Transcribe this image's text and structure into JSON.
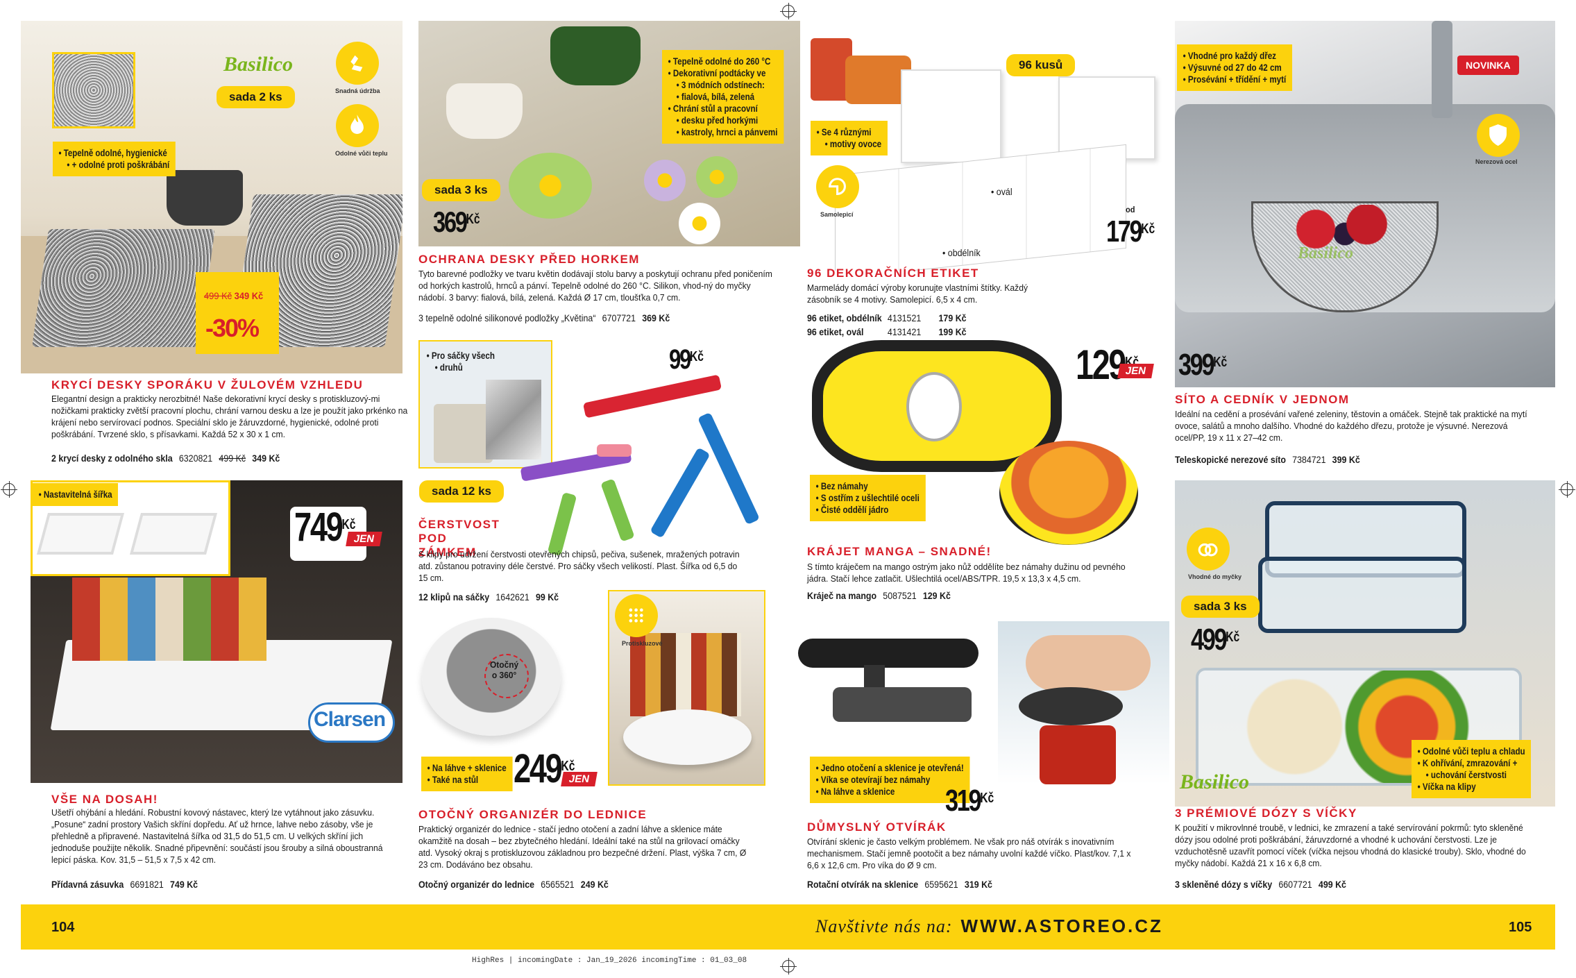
{
  "colors": {
    "accent": "#d81f2a",
    "yellow": "#fcd20d",
    "brand_green": "#7ab51d"
  },
  "footer": {
    "page_left": "104",
    "page_right": "105",
    "visit": "Navštivte nás na:",
    "url": "WWW.ASTOREO.CZ"
  },
  "meta": "HighRes | incomingDate : Jan_19_2026 incomingTime : 01_03_08",
  "p1": {
    "brand": "Basilico",
    "set": "sada 2 ks",
    "bullets": [
      "Tepelně odolné, hygienické",
      "+ odolné proti poškrábání"
    ],
    "badges": [
      "Snadná údržba",
      "Odolné vůči teplu"
    ],
    "badge_icons": [
      "hand-cleaning-icon",
      "flame-icon"
    ],
    "old_price": "499 Kč",
    "new_price": "349 Kč",
    "discount": "-30%",
    "title": "KRYCÍ DESKY SPORÁKU V ŽULOVÉM VZHLEDU",
    "desc": "Elegantní design a prakticky nerozbitné! Naše dekorativní krycí desky s protiskluzový-mi nožičkami prakticky zvětší pracovní plochu, chrání varnou desku a lze je použít jako prkénko na krájení nebo servírovací podnos. Speciální sklo je žáruvzdorné, hygienické, odolné proti poškrábání. Tvrzené sklo, s přísavkami. Každá 52 x 30 x 1 cm.",
    "order": {
      "name": "2 krycí desky z odolného skla",
      "code": "6320821",
      "old": "499 Kč",
      "price": "349 Kč"
    }
  },
  "p2": {
    "bullets": [
      "Tepelně odolné do 260 °C",
      "Dekorativní podtácky ve",
      "3 módních odstínech:",
      "fialová, bílá, zelená",
      "Chrání stůl a pracovní",
      "desku před horkými",
      "kastroly, hrnci a pánvemi"
    ],
    "set": "sada 3 ks",
    "price": "369",
    "cur": "Kč",
    "title": "OCHRANA DESKY PŘED HORKEM",
    "desc": "Tyto barevné podložky ve tvaru květin dodávají stolu barvy a poskytují ochranu před poničením od horkých kastrolů, hrnců a pánví. Tepelně odolné do 260 °C. Silikon, vhod-ný do myčky nádobí. 3 barvy: fialová, bílá, zelená. Každá Ø 17 cm, tloušťka 0,7 cm.",
    "order": {
      "name": "3 tepelně odolné silikonové podložky „Květina“",
      "code": "6707721",
      "price": "369 Kč"
    }
  },
  "p3": {
    "bullets": [
      "Se 4 různými",
      "motivy ovoce"
    ],
    "set": "96 kusů",
    "badge": "Samolepicí",
    "badge_icon": "sticker-icon",
    "labels": [
      "ovál",
      "obdélník"
    ],
    "from": "od",
    "price": "179",
    "cur": "Kč",
    "title": "96 DEKORAČNÍCH ETIKET",
    "desc": "Marmelády domácí výroby korunujte vlastními štítky. Každý zásobník se 4 motivy. Samolepicí. 6,5 x 4 cm.",
    "orders": [
      {
        "name": "96 etiket, obdélník",
        "code": "4131521",
        "price": "179 Kč"
      },
      {
        "name": "96 etiket, ovál",
        "code": "4131421",
        "price": "199 Kč"
      }
    ]
  },
  "p4": {
    "bullets": [
      "Vhodné pro každý dřez",
      "Výsuvné od 27 do 42 cm",
      "Prosévání + třídění + mytí"
    ],
    "novinka": "NOVINKA",
    "badge": "Nerezová ocel",
    "badge_icon": "shield-steel-icon",
    "brand": "Basilico",
    "price": "399",
    "cur": "Kč",
    "title": "SÍTO A CEDNÍK V JEDNOM",
    "desc": "Ideální na cedění a prosévání vařené zeleniny, těstovin a omáček. Stejně tak praktické na mytí ovoce, salátů a mnoho dalšího. Vhodné do každého dřezu, protože je výsuvné. Nerezová ocel/PP, 19 x 11 x 27–42 cm.",
    "order": {
      "name": "Teleskopické nerezové síto",
      "code": "7384721",
      "price": "399 Kč"
    }
  },
  "p5": {
    "bullets": [
      "Pro sáčky všech",
      "druhů"
    ],
    "price": "99",
    "cur": "Kč",
    "set": "sada 12 ks",
    "title": "ČERSTVOST POD ZÁMKEM",
    "desc": "S klipy pro udržení čerstvosti otevřených chipsů, pečiva, sušenek, mražených potravin atd. zůstanou potraviny déle čerstvé. Pro sáčky všech velikostí. Plast. Šířka od 6,5 do 15 cm.",
    "order": {
      "name": "12 klipů na sáčky",
      "code": "1642621",
      "price": "99 Kč"
    }
  },
  "p6": {
    "price": "129",
    "cur": "Kč",
    "jen": "JEN",
    "bullets": [
      "Bez námahy",
      "S ostřím z ušlechtilé oceli",
      "Čisté oddělí jádro"
    ],
    "title": "KRÁJET MANGA – SNADNÉ!",
    "desc": "S tímto kráječem na mango ostrým jako nůž oddělíte bez námahy dužinu od pevného jádra. Stačí lehce zatlačit. Ušlechtilá ocel/ABS/TPR. 19,5 x 13,3 x 4,5 cm.",
    "order": {
      "name": "Kráječ na mango",
      "code": "5087521",
      "price": "129 Kč"
    }
  },
  "p7": {
    "bullets": [
      "Nastavitelná šířka"
    ],
    "price": "749",
    "cur": "Kč",
    "jen": "JEN",
    "brand": "Clarsen",
    "title": "VŠE NA DOSAH!",
    "desc": "Ušetří ohýbání a hledání. Robustní kovový nástavec, který lze vytáhnout jako zásuvku. „Posune“ zadní prostory Vašich skříní dopředu. Ať už hrnce, lahve nebo zásoby, vše je přehledně a připravené. Nastavitelná šířka od 31,5 do 51,5 cm. U velkých skříní jich jednoduše použijte několik. Snadné připevnění: součástí jsou šrouby a silná oboustranná lepicí páska. Kov. 31,5 – 51,5 x 7,5 x 42 cm.",
    "order": {
      "name": "Přídavná zásuvka",
      "code": "6691821",
      "price": "749 Kč"
    }
  },
  "p8": {
    "rotate": [
      "Otočný",
      "o 360°"
    ],
    "badge": "Protiskluzové",
    "badge_icon": "anti-slip-icon",
    "bullets": [
      "Na láhve + sklenice",
      "Také na stůl"
    ],
    "price": "249",
    "cur": "Kč",
    "jen": "JEN",
    "title": "OTOČNÝ ORGANIZÉR DO LEDNICE",
    "desc": "Praktický organizér do lednice - stačí jedno otočení a zadní láhve a sklenice máte okamžitě na dosah – bez zbytečného hledání. Ideální také na stůl na grilovací omáčky atd. Vysoký okraj s protiskluzovou základnou pro bezpečné držení. Plast, výška 7 cm, Ø 23 cm. Dodáváno bez obsahu.",
    "order": {
      "name": "Otočný organizér do lednice",
      "code": "6565521",
      "price": "249 Kč"
    }
  },
  "p9": {
    "bullets": [
      "Jedno otočení a sklenice je otevřená!",
      "Víka se otevírají bez námahy",
      "Na láhve a sklenice"
    ],
    "price": "319",
    "cur": "Kč",
    "title": "DŮMYSLNÝ OTVÍRÁK",
    "desc": "Otvírání sklenic je často velkým problémem. Ne však pro náš otvírák s inovativním mechanismem. Stačí jemně pootočit a bez námahy uvolní každé víčko. Plast/kov. 7,1 x 6,6 x 12,6 cm. Pro víka do Ø 9 cm.",
    "order": {
      "name": "Rotační otvírák na sklenice",
      "code": "6595621",
      "price": "319 Kč"
    }
  },
  "p10": {
    "badge": "Vhodné do myčky",
    "badge_icon": "dishwasher-icon",
    "set": "sada 3 ks",
    "price": "499",
    "cur": "Kč",
    "brand": "Basilico",
    "bullets": [
      "Odolné vůči teplu a chladu",
      "K ohřívání, zmrazování +",
      "uchování čerstvosti",
      "Víčka na klipy"
    ],
    "title": "3 PRÉMIOVÉ DÓZY S VÍČKY",
    "desc": "K použití v mikrovlnné troubě, v lednici, ke zmrazení a také servírování pokrmů: tyto skleněné dózy jsou odolné proti poškrábání, žáruvzdorné a vhodné k uchování čerstvosti. Lze je vzduchotěsně uzavřít pomocí víček (víčka nejsou vhodná do klasické trouby). Sklo, vhodné do myčky nádobí. Každá 21 x 16 x 6,8 cm.",
    "order": {
      "name": "3 skleněné dózy s víčky",
      "code": "6607721",
      "price": "499 Kč"
    }
  }
}
